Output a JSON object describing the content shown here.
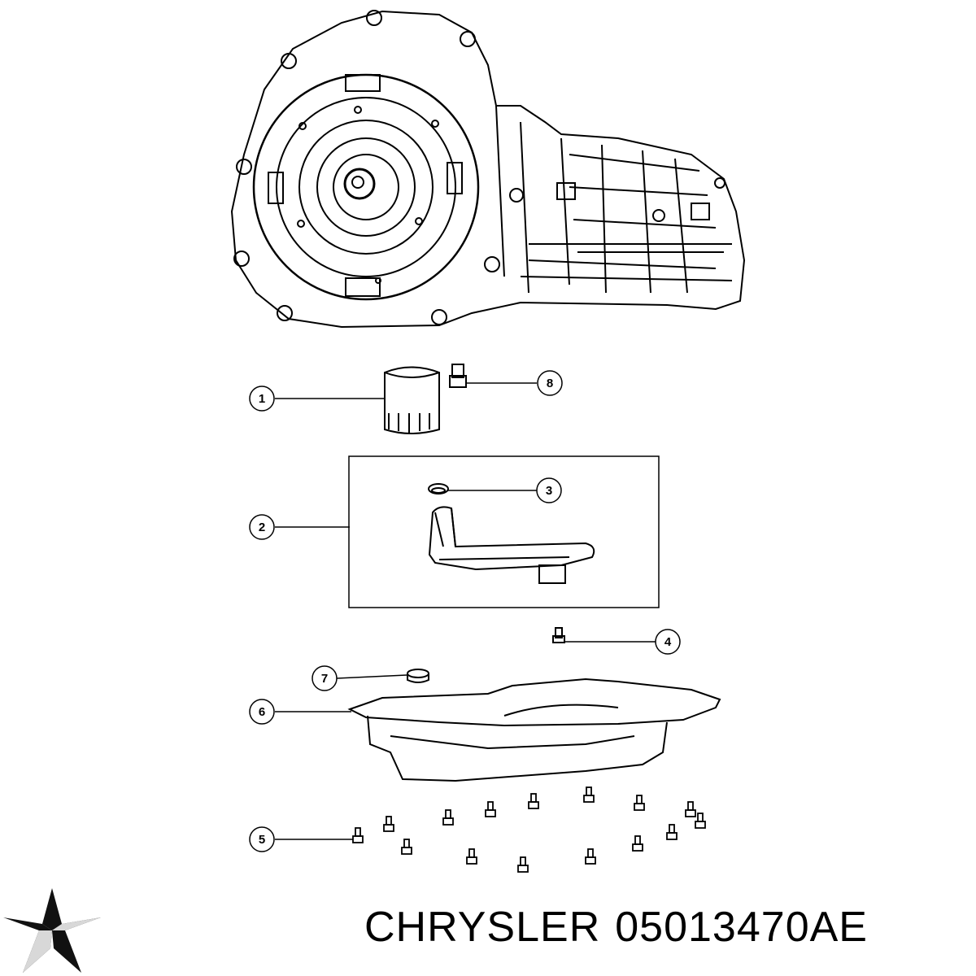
{
  "callouts": [
    {
      "label": "1"
    },
    {
      "label": "2"
    },
    {
      "label": "3"
    },
    {
      "label": "4"
    },
    {
      "label": "5"
    },
    {
      "label": "6"
    },
    {
      "label": "7"
    },
    {
      "label": "8"
    }
  ],
  "caption": {
    "brand": "CHRYSLER",
    "part_number": "05013470AE"
  },
  "logo": {
    "icon": "pentastar-icon",
    "color": "#111111"
  },
  "colors": {
    "line": "#000000",
    "background": "#ffffff"
  }
}
